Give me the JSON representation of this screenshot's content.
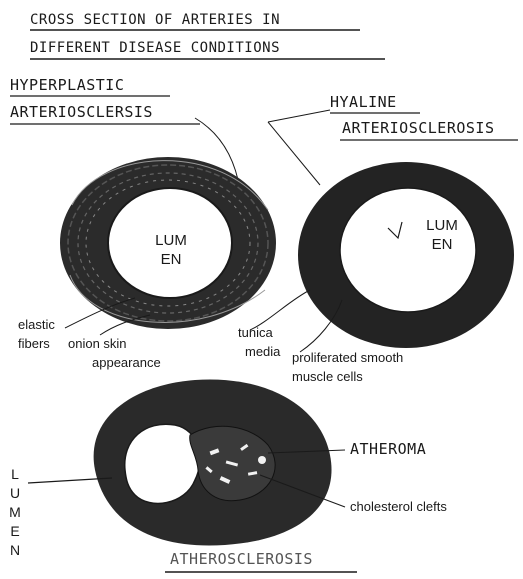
{
  "title_line1": "CROSS SECTION OF ARTERIES IN",
  "title_line2": "DIFFERENT DISEASE CONDITIONS",
  "left_artery": {
    "heading_line1": "HYPERPLASTIC",
    "heading_line2": "ARTERIOSCLERSIS",
    "lumen_line1": "LUM",
    "lumen_line2": "EN"
  },
  "right_artery": {
    "heading_line1": "HYALINE",
    "heading_line2": "ARTERIOSCLEROSIS",
    "lumen_line1": "LUM",
    "lumen_line2": "EN"
  },
  "labels": {
    "elastic_line1": "elastic",
    "elastic_line2": "fibers",
    "onion_line1": "onion skin",
    "onion_line2": "appearance",
    "tunica_line1": "tunica",
    "tunica_line2": "media",
    "prolif_line1": "proliferated smooth",
    "prolif_line2": "muscle cells",
    "atheroma": "ATHEROMA",
    "cholesterol": "cholesterol clefts"
  },
  "bottom_artery": {
    "heading": "ATHEROSCLEROSIS",
    "lumen_vertical": [
      "L",
      "U",
      "M",
      "E",
      "N"
    ]
  },
  "colors": {
    "ink": "#1a1a1a",
    "wall": "#2b2b2b",
    "paper": "#ffffff"
  }
}
